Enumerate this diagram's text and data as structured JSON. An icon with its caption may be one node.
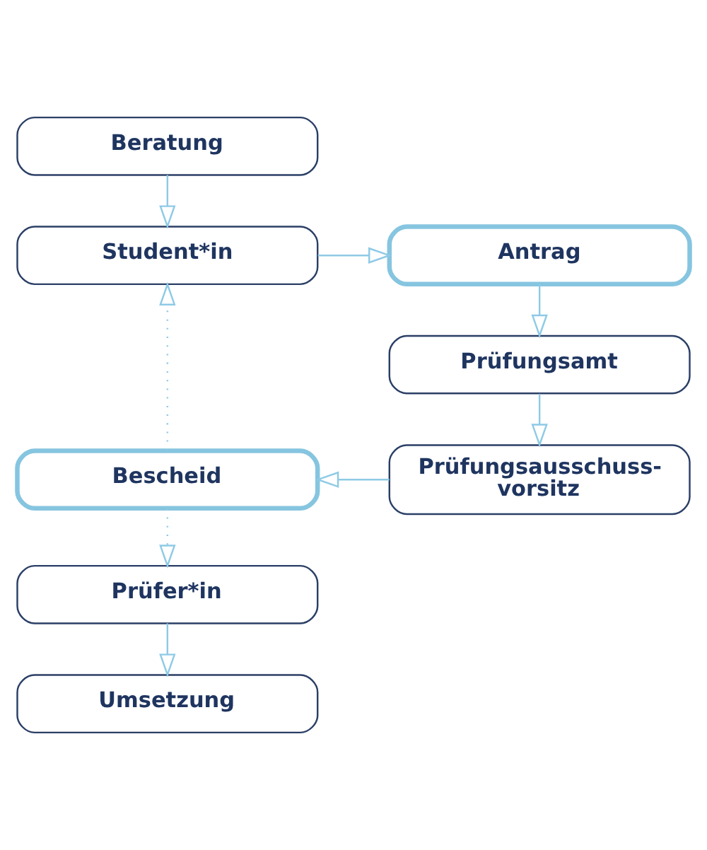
{
  "diagram": {
    "nodes": [
      {
        "text": [
          "Beratung"
        ]
      },
      {
        "text": [
          "Student*in"
        ]
      },
      {
        "text": [
          "Antrag"
        ]
      },
      {
        "text": [
          "Prüfungsamt"
        ]
      },
      {
        "text": [
          "Prüfungsausschuss- vorsitz"
        ]
      },
      {
        "text": [
          "Bescheid"
        ]
      },
      {
        "text": [
          "Prüfer*in"
        ]
      },
      {
        "text": [
          "Umsetzung"
        ]
      }
    ],
    "edges": [
      {
        "from": 0,
        "to": 1,
        "arrow": "to"
      },
      {
        "from": 1,
        "to": 2,
        "arrow": "to"
      },
      {
        "from": 2,
        "to": 3,
        "arrow": "to"
      },
      {
        "from": 3,
        "to": 4,
        "arrow": "to"
      },
      {
        "from": 4,
        "to": 5,
        "arrow": "to"
      },
      {
        "from": 5,
        "to": 1,
        "arrow": "to",
        "style": "dashed"
      },
      {
        "from": 5,
        "to": 6,
        "arrow": "to",
        "style": "dashed"
      },
      {
        "from": 6,
        "to": 7,
        "arrow": "to"
      }
    ]
  }
}
